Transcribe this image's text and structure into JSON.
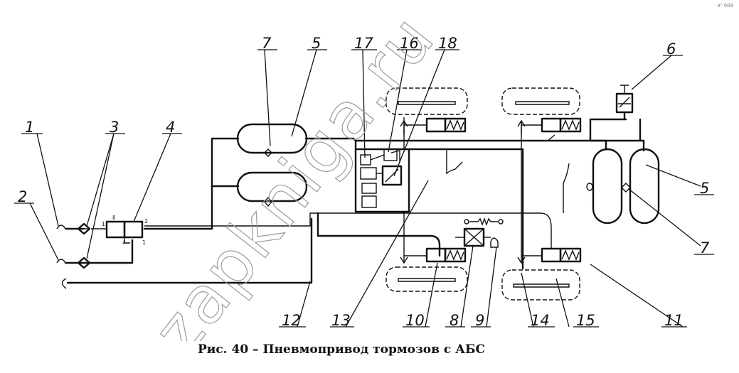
{
  "caption": "Рис. 40 – Пневмопривод тормозов с АБС",
  "watermark": "zapkniga.ru",
  "corner_mark": "л⁰ 009",
  "callouts": [
    {
      "id": "c1",
      "label": "1"
    },
    {
      "id": "c2",
      "label": "2"
    },
    {
      "id": "c3",
      "label": "3"
    },
    {
      "id": "c4",
      "label": "4"
    },
    {
      "id": "c5a",
      "label": "5"
    },
    {
      "id": "c5b",
      "label": "5"
    },
    {
      "id": "c6",
      "label": "6"
    },
    {
      "id": "c7a",
      "label": "7"
    },
    {
      "id": "c7b",
      "label": "7"
    },
    {
      "id": "c8",
      "label": "8"
    },
    {
      "id": "c9",
      "label": "9"
    },
    {
      "id": "c10",
      "label": "10"
    },
    {
      "id": "c11",
      "label": "11"
    },
    {
      "id": "c12",
      "label": "12"
    },
    {
      "id": "c13",
      "label": "13"
    },
    {
      "id": "c14",
      "label": "14"
    },
    {
      "id": "c15",
      "label": "15"
    },
    {
      "id": "c16",
      "label": "16"
    },
    {
      "id": "c17",
      "label": "17"
    },
    {
      "id": "c18",
      "label": "18"
    }
  ],
  "valve_marks": {
    "top": "II",
    "right": "2",
    "bottom_left": "4",
    "bottom_right": "1",
    "left": "1"
  },
  "colors": {
    "ink": "#111111",
    "watermark": "#9a9a9a",
    "background": "#ffffff"
  }
}
